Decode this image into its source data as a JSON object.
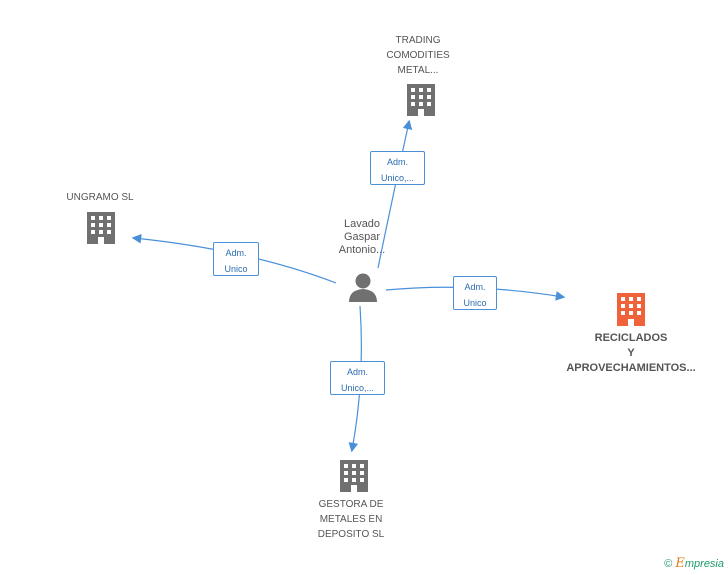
{
  "colors": {
    "edge": "#4a90d9",
    "building": "#707070",
    "focus_building": "#f0623a",
    "person": "#707070"
  },
  "person": {
    "label": "Lavado\nGaspar\nAntonio...",
    "icon": "person-icon"
  },
  "companies": {
    "trading": {
      "label": "TRADING\nCOMODITIES\nMETAL...",
      "icon": "building-icon"
    },
    "ungramo": {
      "label": "UNGRAMO SL",
      "icon": "building-icon"
    },
    "reciclados": {
      "label": "RECICLADOS\nY\nAPROVECHAMIENTOS...",
      "icon": "building-icon"
    },
    "gestora": {
      "label": "GESTORA DE\nMETALES EN\nDEPOSITO  SL",
      "icon": "building-icon"
    }
  },
  "edges": {
    "trading": "Adm.\nUnico,...",
    "ungramo": "Adm.\nUnico",
    "reciclados": "Adm.\nUnico",
    "gestora": "Adm.\nUnico,..."
  },
  "footer": {
    "copyright": "©",
    "brand_first": "E",
    "brand_rest": "mpresia"
  }
}
